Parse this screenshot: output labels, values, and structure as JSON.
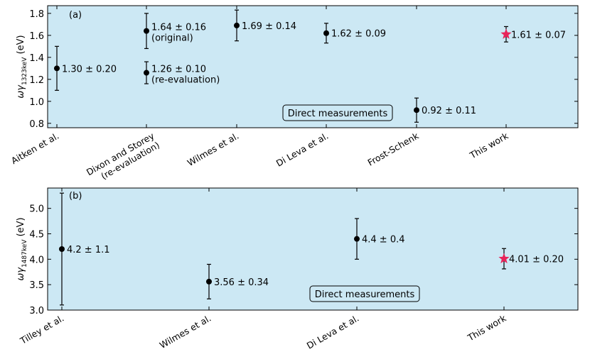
{
  "colors": {
    "panel_bg": "#cce8f4",
    "point": "#000000",
    "this_work": "#e8245a"
  },
  "chart_data": [
    {
      "type": "scatter",
      "panel_label": "(a)",
      "ylabel_base": "ωγ",
      "ylabel_sub": "1323keV",
      "ylabel_unit": " (eV)",
      "ylim": [
        0.76,
        1.87
      ],
      "yticks": [
        "0.8",
        "1.0",
        "1.2",
        "1.4",
        "1.6",
        "1.8"
      ],
      "categories": [
        "Aitken et al.",
        "Dixon and Storey\n(re-evaluation)",
        "Wilmes et al.",
        "Di Leva et al.",
        "Frost-Schenk",
        "This work"
      ],
      "box_label": "Direct measurements",
      "points": [
        {
          "cat": 0,
          "y": 1.3,
          "err": 0.2,
          "label": "1.30 ± 0.20",
          "marker": "circle"
        },
        {
          "cat": 1,
          "y": 1.64,
          "err": 0.16,
          "label": "1.64 ± 0.16",
          "sublabel": "(original)",
          "marker": "circle"
        },
        {
          "cat": 1,
          "y": 1.26,
          "err": 0.1,
          "label": "1.26 ± 0.10",
          "sublabel": "(re-evaluation)",
          "marker": "circle"
        },
        {
          "cat": 2,
          "y": 1.69,
          "err": 0.14,
          "label": "1.69 ± 0.14",
          "marker": "circle"
        },
        {
          "cat": 3,
          "y": 1.62,
          "err": 0.09,
          "label": "1.62 ± 0.09",
          "marker": "circle"
        },
        {
          "cat": 4,
          "y": 0.92,
          "err": 0.11,
          "label": "0.92 ± 0.11",
          "marker": "circle"
        },
        {
          "cat": 5,
          "y": 1.61,
          "err": 0.07,
          "label": "1.61 ± 0.07",
          "marker": "star"
        }
      ]
    },
    {
      "type": "scatter",
      "panel_label": "(b)",
      "ylabel_base": "ωγ",
      "ylabel_sub": "1487keV",
      "ylabel_unit": " (eV)",
      "ylim": [
        3.0,
        5.4
      ],
      "yticks": [
        "3.0",
        "3.5",
        "4.0",
        "4.5",
        "5.0"
      ],
      "categories": [
        "Tilley et al.",
        "Wilmes et al.",
        "Di Leva et al.",
        "This work"
      ],
      "box_label": "Direct measurements",
      "points": [
        {
          "cat": 0,
          "y": 4.2,
          "err": 1.1,
          "label": "4.2 ± 1.1",
          "marker": "circle"
        },
        {
          "cat": 1,
          "y": 3.56,
          "err": 0.34,
          "label": "3.56 ± 0.34",
          "marker": "circle"
        },
        {
          "cat": 2,
          "y": 4.4,
          "err": 0.4,
          "label": "4.4 ± 0.4",
          "marker": "circle"
        },
        {
          "cat": 3,
          "y": 4.01,
          "err": 0.2,
          "label": "4.01 ± 0.20",
          "marker": "star"
        }
      ]
    }
  ]
}
